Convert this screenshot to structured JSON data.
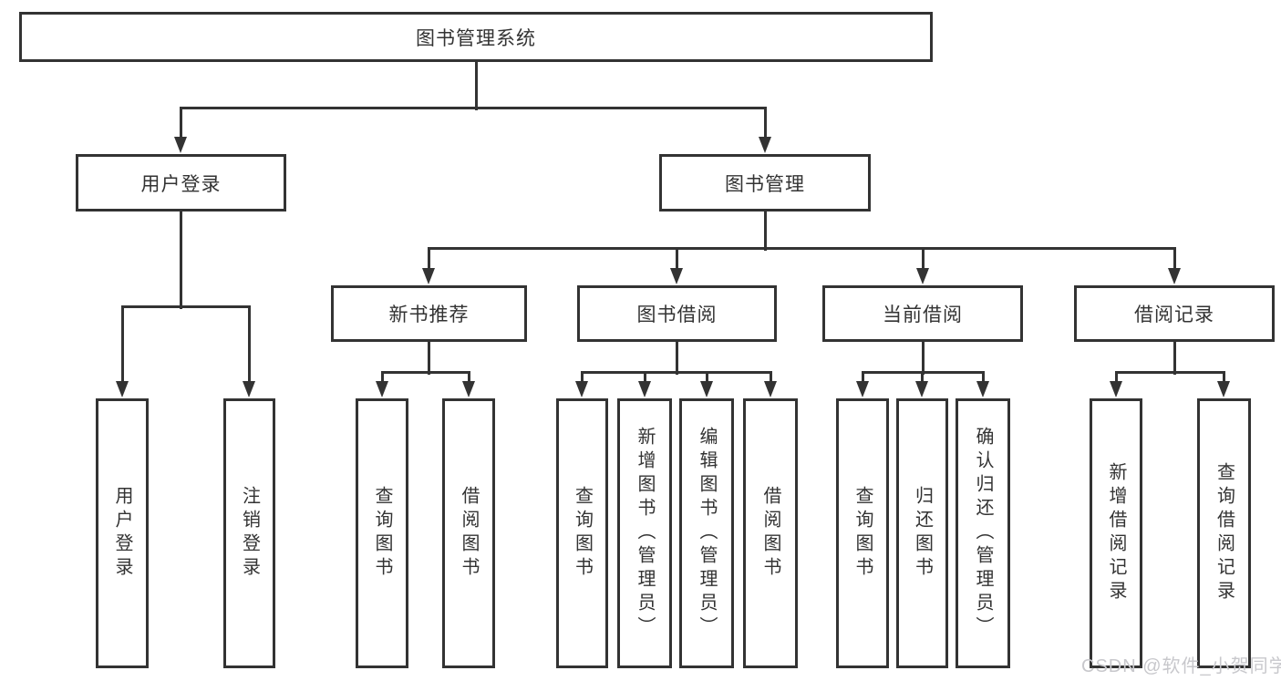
{
  "diagram": {
    "type": "tree",
    "title": "图书管理系统",
    "nodes": {
      "root": {
        "label": "图书管理系统"
      },
      "userLogin": {
        "label": "用户登录"
      },
      "bookMgmt": {
        "label": "图书管理"
      },
      "newBooks": {
        "label": "新书推荐"
      },
      "bookBorrow": {
        "label": "图书借阅"
      },
      "currentBorrow": {
        "label": "当前借阅"
      },
      "borrowRecords": {
        "label": "借阅记录"
      },
      "userLoginLeaf": {
        "label": "用户登录"
      },
      "logoutLeaf": {
        "label": "注销登录"
      },
      "nbQuery": {
        "label": "查询图书"
      },
      "nbBorrow": {
        "label": "借阅图书"
      },
      "bbQuery": {
        "label": "查询图书"
      },
      "bbAdd": {
        "label": "新增图书（管理员）"
      },
      "bbEdit": {
        "label": "编辑图书（管理员）"
      },
      "bbBorrow": {
        "label": "借阅图书"
      },
      "cbQuery": {
        "label": "查询图书"
      },
      "cbReturn": {
        "label": "归还图书"
      },
      "cbConfirm": {
        "label": "确认归还（管理员）"
      },
      "brAdd": {
        "label": "新增借阅记录"
      },
      "brQuery": {
        "label": "查询借阅记录"
      }
    },
    "edges": [
      [
        "root",
        "userLogin"
      ],
      [
        "root",
        "bookMgmt"
      ],
      [
        "userLogin",
        "userLoginLeaf"
      ],
      [
        "userLogin",
        "logoutLeaf"
      ],
      [
        "bookMgmt",
        "newBooks"
      ],
      [
        "bookMgmt",
        "bookBorrow"
      ],
      [
        "bookMgmt",
        "currentBorrow"
      ],
      [
        "bookMgmt",
        "borrowRecords"
      ],
      [
        "newBooks",
        "nbQuery"
      ],
      [
        "newBooks",
        "nbBorrow"
      ],
      [
        "bookBorrow",
        "bbQuery"
      ],
      [
        "bookBorrow",
        "bbAdd"
      ],
      [
        "bookBorrow",
        "bbEdit"
      ],
      [
        "bookBorrow",
        "bbBorrow"
      ],
      [
        "currentBorrow",
        "cbQuery"
      ],
      [
        "currentBorrow",
        "cbReturn"
      ],
      [
        "currentBorrow",
        "cbConfirm"
      ],
      [
        "borrowRecords",
        "brAdd"
      ],
      [
        "borrowRecords",
        "brQuery"
      ]
    ],
    "colors": {
      "line": "#333333",
      "box_border": "#333333",
      "box_fill": "#ffffff",
      "background": "#ffffff",
      "watermark": "#c8c8cc"
    }
  },
  "watermark": {
    "text": "CSDN @软件_小贺同学"
  }
}
